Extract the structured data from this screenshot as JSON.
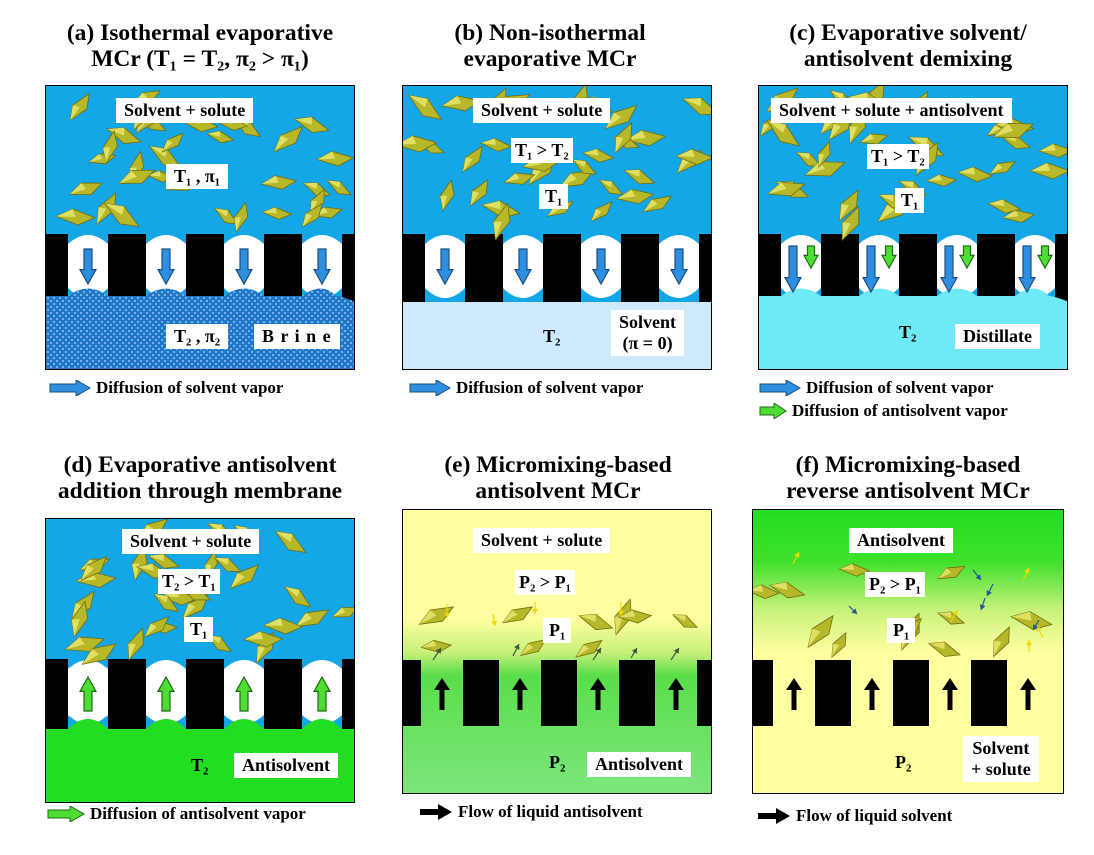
{
  "panels": [
    {
      "title_l1": "(a) Isothermal evaporative",
      "title_l2": "MCr (T₁ = T₂, π₂ > π₁)",
      "top_label": "Solvent + solute",
      "feed_label": "T₁ , π₁",
      "perm_label": "T₂ , π₂",
      "perm_name": "B r i n e",
      "legend": [
        "Diffusion of solvent vapor"
      ]
    },
    {
      "title_l1": "(b) Non-isothermal",
      "title_l2": "evaporative MCr",
      "top_label": "Solvent + solute",
      "cond_label": "T₁ > T₂",
      "feed_label": "T₁",
      "perm_label": "T₂",
      "perm_name_l1": "Solvent",
      "perm_name_l2": "(π = 0)",
      "legend": [
        "Diffusion of solvent vapor"
      ]
    },
    {
      "title_l1": "(c) Evaporative solvent/",
      "title_l2": "antisolvent demixing",
      "top_label": "Solvent + solute + antisolvent",
      "cond_label": "T₁ > T₂",
      "feed_label": "T₁",
      "perm_label": "T₂",
      "perm_name": "Distillate",
      "legend": [
        "Diffusion of solvent vapor",
        "Diffusion of antisolvent vapor"
      ]
    },
    {
      "title_l1": "(d) Evaporative antisolvent",
      "title_l2": "addition through membrane",
      "top_label": "Solvent + solute",
      "cond_label": "T₂ > T₁",
      "feed_label": "T₁",
      "perm_label": "T₂",
      "perm_name": "Antisolvent",
      "legend": [
        "Diffusion of antisolvent vapor"
      ]
    },
    {
      "title_l1": "(e) Micromixing-based",
      "title_l2": "antisolvent MCr",
      "top_label": "Solvent + solute",
      "cond_label": "P₂ > P₁",
      "feed_label": "P₁",
      "perm_label": "P₂",
      "perm_name": "Antisolvent",
      "legend": [
        "Flow of liquid antisolvent"
      ]
    },
    {
      "title_l1": "(f) Micromixing-based",
      "title_l2": "reverse antisolvent MCr",
      "top_label": "Antisolvent",
      "cond_label": "P₂ > P₁",
      "feed_label": "P₁",
      "perm_label": "P₂",
      "perm_name_l1": "Solvent",
      "perm_name_l2": "+ solute",
      "legend": [
        "Flow of liquid solvent"
      ]
    }
  ],
  "colors": {
    "feed_blue": "#13a7e8",
    "brine_blue": "#1f77c8",
    "solvent_pale": "#cde9fb",
    "distillate_cyan": "#6ee9f5",
    "antisolvent_green": "#22dd22",
    "solute_yellow": "#ffffa0",
    "crystal": "#b6b82a",
    "arrow_blue": "#2e8fe0",
    "arrow_green": "#4ddd33"
  }
}
